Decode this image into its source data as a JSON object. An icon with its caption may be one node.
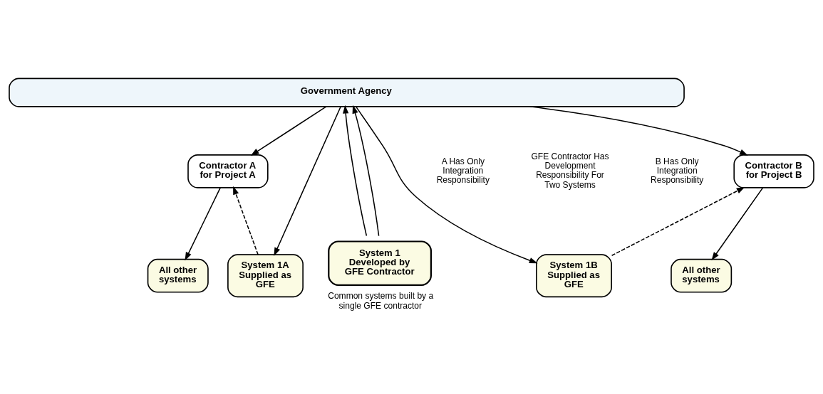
{
  "diagram": {
    "nodes": [
      {
        "text": [
          "Government Agency"
        ]
      },
      {
        "text": [
          "Contractor A for Project A"
        ]
      },
      {
        "text": [
          "Contractor B for Project B"
        ]
      },
      {
        "text": [
          "All other systems"
        ]
      },
      {
        "text": [
          "System 1A Supplied as GFE"
        ]
      },
      {
        "text": [
          "System 1 Developed by GFE Contractor"
        ],
        "beside": [
          "Common systems built by a single GFE contractor"
        ]
      },
      {
        "text": [
          "System 1B Supplied as GFE"
        ]
      },
      {
        "text": [
          "All other systems"
        ]
      }
    ],
    "edges": [
      {
        "from": 0,
        "to": 1,
        "arrow": "to"
      },
      {
        "from": 0,
        "to": 4,
        "arrow": "to"
      },
      {
        "from": 5,
        "to": 0,
        "arrow": "to"
      },
      {
        "from": 5,
        "to": 0,
        "arrow": "to"
      },
      {
        "from": 0,
        "to": 6,
        "arrow": "to"
      },
      {
        "from": 0,
        "to": 2,
        "arrow": "to"
      },
      {
        "from": 1,
        "to": 3,
        "arrow": "to"
      },
      {
        "from": 4,
        "to": 1,
        "arrow": "to",
        "style": "dashed"
      },
      {
        "from": 6,
        "to": 2,
        "arrow": "to",
        "style": "dashed"
      },
      {
        "from": 2,
        "to": 7,
        "arrow": "to"
      }
    ],
    "labels": [
      "A Has Only Integration Responsibility",
      "GFE Contractor Has Development Responsibility For Two Systems",
      "B Has Only Integration Responsibility"
    ]
  }
}
